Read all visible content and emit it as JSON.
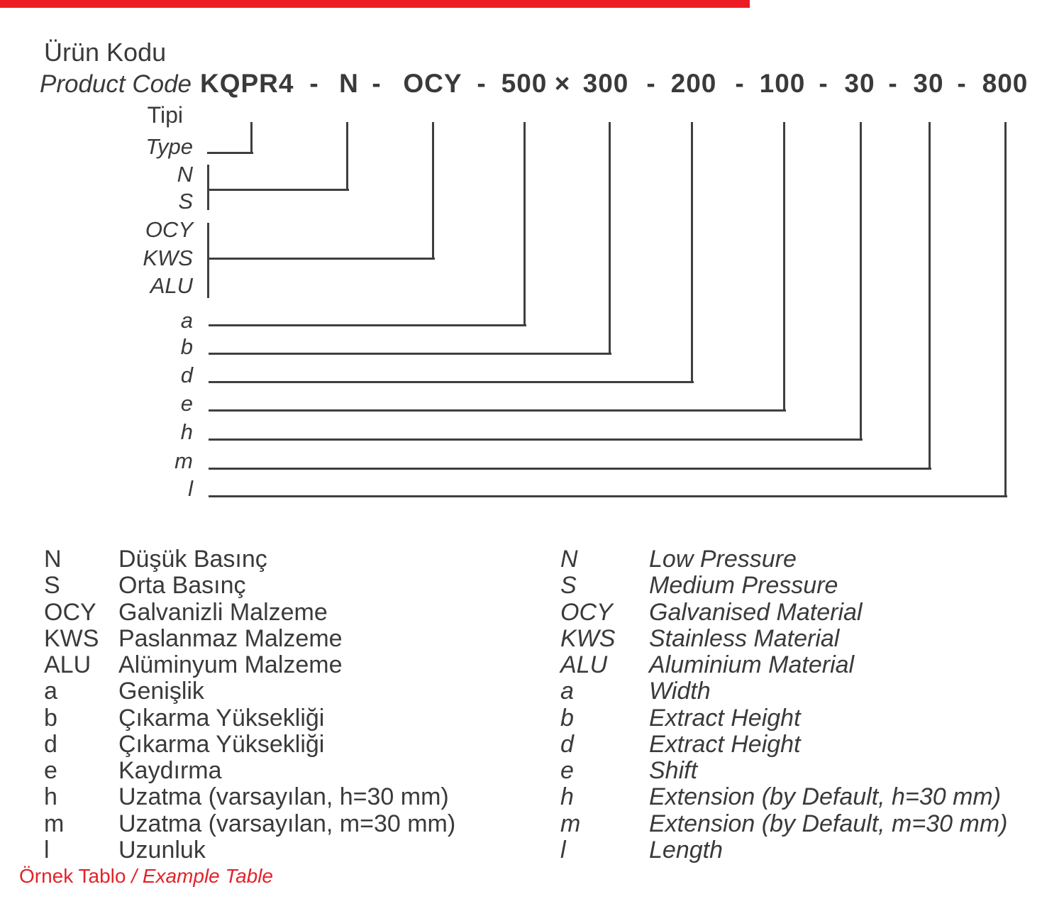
{
  "header": {
    "title_tr": "Ürün Kodu",
    "title_en": "Product Code"
  },
  "code": {
    "segments": [
      "KQPR4",
      "-",
      "N",
      "-",
      "OCY",
      "-",
      "500",
      "×",
      "300",
      "-",
      "200",
      "-",
      "100",
      "-",
      "30",
      "-",
      "30",
      "-",
      "800"
    ]
  },
  "diagram": {
    "rows": [
      "Tipi",
      "Type",
      "N",
      "S",
      "OCY",
      "KWS",
      "ALU",
      "a",
      "b",
      "d",
      "e",
      "h",
      "m",
      "l"
    ]
  },
  "legend_tr": [
    {
      "key": "N",
      "desc": "Düşük Basınç"
    },
    {
      "key": "S",
      "desc": "Orta Basınç"
    },
    {
      "key": "OCY",
      "desc": "Galvanizli Malzeme"
    },
    {
      "key": "KWS",
      "desc": "Paslanmaz Malzeme"
    },
    {
      "key": "ALU",
      "desc": "Alüminyum Malzeme"
    },
    {
      "key": "a",
      "desc": "Genişlik"
    },
    {
      "key": "b",
      "desc": "Çıkarma Yüksekliği"
    },
    {
      "key": "d",
      "desc": "Çıkarma Yüksekliği"
    },
    {
      "key": "e",
      "desc": "Kaydırma"
    },
    {
      "key": "h",
      "desc": "Uzatma (varsayılan, h=30 mm)"
    },
    {
      "key": "m",
      "desc": "Uzatma (varsayılan, m=30 mm)"
    },
    {
      "key": "l",
      "desc": "Uzunluk"
    }
  ],
  "legend_en": [
    {
      "key": "N",
      "desc": "Low Pressure"
    },
    {
      "key": "S",
      "desc": "Medium Pressure"
    },
    {
      "key": "OCY",
      "desc": "Galvanised Material"
    },
    {
      "key": "KWS",
      "desc": "Stainless Material"
    },
    {
      "key": "ALU",
      "desc": "Aluminium Material"
    },
    {
      "key": "a",
      "desc": "Width"
    },
    {
      "key": "b",
      "desc": "Extract Height"
    },
    {
      "key": "d",
      "desc": "Extract Height"
    },
    {
      "key": "e",
      "desc": "Shift"
    },
    {
      "key": "h",
      "desc": "Extension (by Default, h=30 mm)"
    },
    {
      "key": "m",
      "desc": "Extension (by Default, m=30 mm)"
    },
    {
      "key": "l",
      "desc": "Length"
    }
  ],
  "footer": {
    "label_tr": "Örnek Tablo",
    "separator": "/",
    "label_en": "Example Table"
  },
  "colors": {
    "ink": "#3a3a3a",
    "line": "#3f3f3f",
    "accent_red": "#e1242a",
    "topbar_red": "#ec1c24"
  }
}
